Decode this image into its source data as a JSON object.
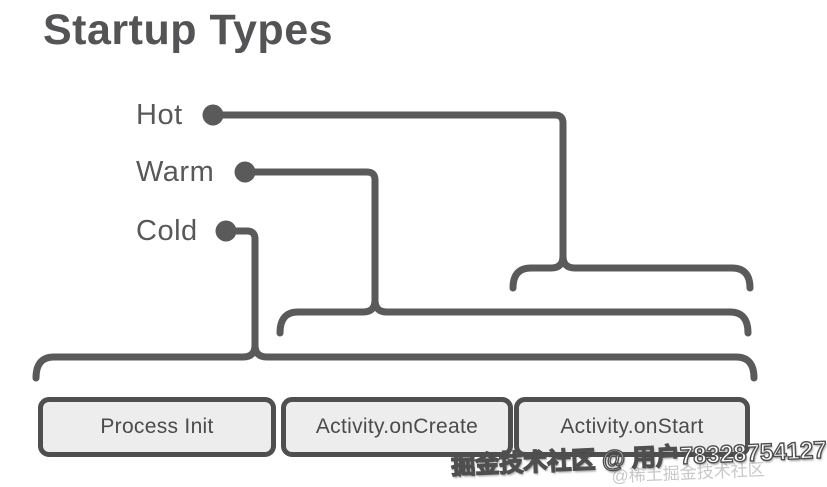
{
  "title": "Startup Types",
  "rows": [
    {
      "label": "Hot"
    },
    {
      "label": "Warm"
    },
    {
      "label": "Cold"
    }
  ],
  "stages": [
    {
      "label": "Process Init"
    },
    {
      "label": "Activity.onCreate"
    },
    {
      "label": "Activity.onStart"
    }
  ],
  "watermarks": {
    "primary": "掘金技术社区 @ 用户78328754127",
    "secondary": "@稀土掘金技术社区"
  },
  "colors": {
    "line": "#5a5a5a",
    "title_text": "#545456",
    "label_text": "#58585a",
    "box_fill": "#ededed",
    "box_border": "#4f4f4f",
    "box_text": "#4b4b4b",
    "watermark_fill": "#fcfcfc",
    "watermark_outline": "#4f4f4f",
    "watermark_faint": "#c8c8c8",
    "background": "#ffffff"
  }
}
